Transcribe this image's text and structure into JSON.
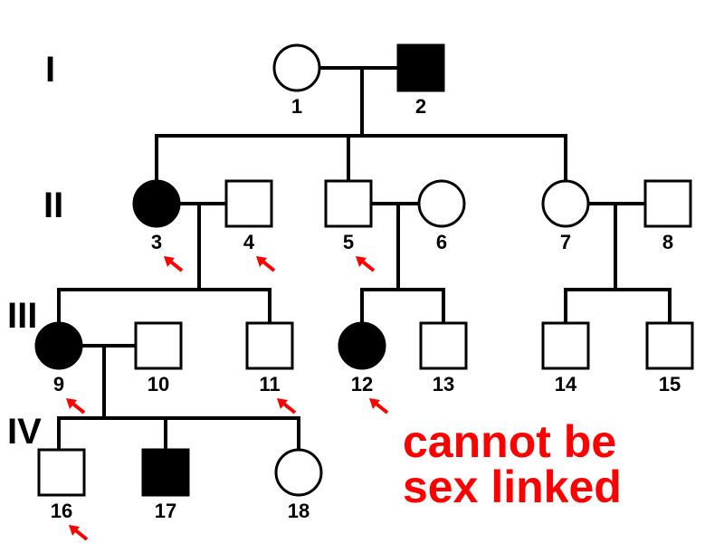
{
  "generations": [
    "I",
    "II",
    "III",
    "IV"
  ],
  "individuals": [
    {
      "id": "1",
      "sex": "female",
      "affected": false
    },
    {
      "id": "2",
      "sex": "male",
      "affected": true
    },
    {
      "id": "3",
      "sex": "female",
      "affected": true
    },
    {
      "id": "4",
      "sex": "male",
      "affected": false
    },
    {
      "id": "5",
      "sex": "male",
      "affected": false
    },
    {
      "id": "6",
      "sex": "female",
      "affected": false
    },
    {
      "id": "7",
      "sex": "female",
      "affected": false
    },
    {
      "id": "8",
      "sex": "male",
      "affected": false
    },
    {
      "id": "9",
      "sex": "female",
      "affected": true
    },
    {
      "id": "10",
      "sex": "male",
      "affected": false
    },
    {
      "id": "11",
      "sex": "male",
      "affected": false
    },
    {
      "id": "12",
      "sex": "female",
      "affected": true
    },
    {
      "id": "13",
      "sex": "male",
      "affected": false
    },
    {
      "id": "14",
      "sex": "male",
      "affected": false
    },
    {
      "id": "15",
      "sex": "male",
      "affected": false
    },
    {
      "id": "16",
      "sex": "male",
      "affected": false
    },
    {
      "id": "17",
      "sex": "male",
      "affected": true
    },
    {
      "id": "18",
      "sex": "female",
      "affected": false
    }
  ],
  "arrow_targets": [
    "3",
    "4",
    "5",
    "9",
    "11",
    "12",
    "16"
  ],
  "annotation": {
    "line1": "cannot be",
    "line2": "sex linked",
    "color": "#ff0000"
  },
  "colors": {
    "affected": "#000000",
    "unaffected": "#ffffff",
    "line": "#000000",
    "arrow": "#ff0000"
  }
}
